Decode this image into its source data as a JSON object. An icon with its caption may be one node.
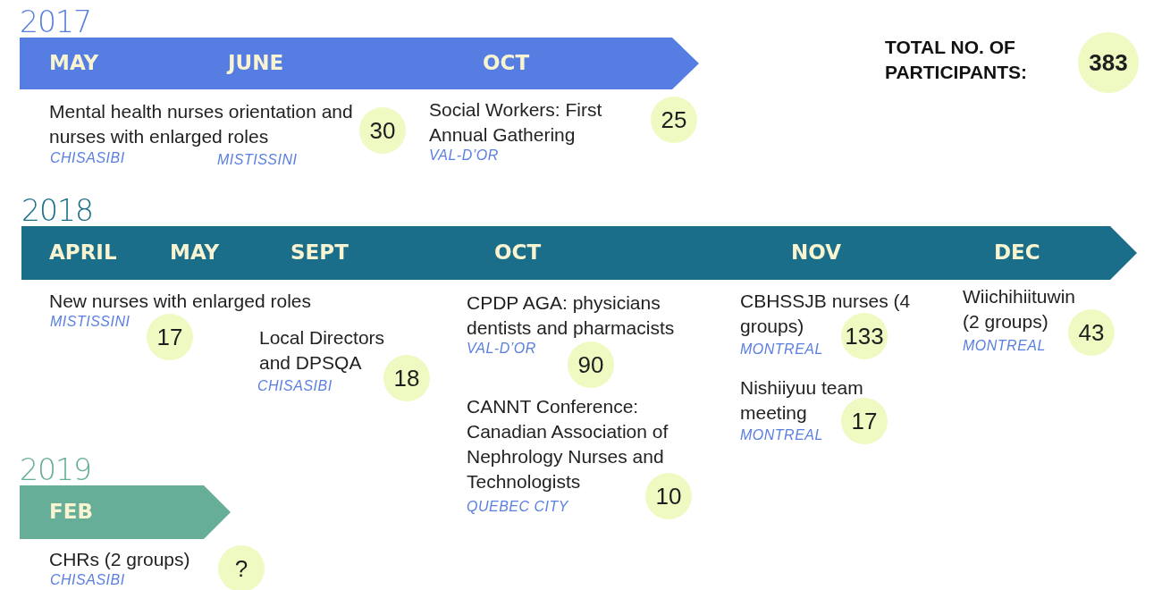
{
  "diagram": {
    "nodes": [
      {
        "text": [
          "2017",
          "MAY",
          "JUNE",
          "OCT"
        ]
      },
      {
        "text": [
          "30"
        ],
        "beside": [
          "Mental health nurses orientation and nurses with enlarged roles",
          "CHISASIBI",
          "MISTISSINI"
        ]
      },
      {
        "text": [
          "25"
        ],
        "beside": [
          "Social Workers: First Annual Gathering",
          "VAL-D’OR"
        ]
      },
      {
        "text": [
          "383"
        ],
        "beside": [
          "TOTAL NO. OF PARTICIPANTS:"
        ]
      },
      {
        "text": [
          "2018",
          "APRIL",
          "MAY",
          "SEPT",
          "OCT",
          "NOV",
          "DEC"
        ]
      },
      {
        "text": [
          "17"
        ],
        "beside": [
          "New nurses with enlarged roles",
          "MISTISSINI"
        ]
      },
      {
        "text": [
          "18"
        ],
        "beside": [
          "Local Directors and DPSQA",
          "CHISASIBI"
        ]
      },
      {
        "text": [
          "90"
        ],
        "beside": [
          "CPDP AGA: physicians dentists and pharmacists",
          "VAL-D’OR"
        ]
      },
      {
        "text": [
          "10"
        ],
        "beside": [
          "CANNT Conference: Canadian Association of Nephrology Nurses and Technologists",
          "QUEBEC CITY"
        ]
      },
      {
        "text": [
          "133"
        ],
        "beside": [
          "CBHSSJB nurses (4 groups)",
          "MONTREAL"
        ]
      },
      {
        "text": [
          "17"
        ],
        "beside": [
          "Nishiiyuu team meeting",
          "MONTREAL"
        ]
      },
      {
        "text": [
          "43"
        ],
        "beside": [
          "Wiichihiituwin (2 groups)",
          "MONTREAL"
        ]
      },
      {
        "text": [
          "2019",
          "FEB"
        ]
      },
      {
        "text": [
          "?"
        ],
        "beside": [
          "CHRs (2 groups)",
          "CHISASIBI"
        ]
      }
    ],
    "edges": []
  }
}
